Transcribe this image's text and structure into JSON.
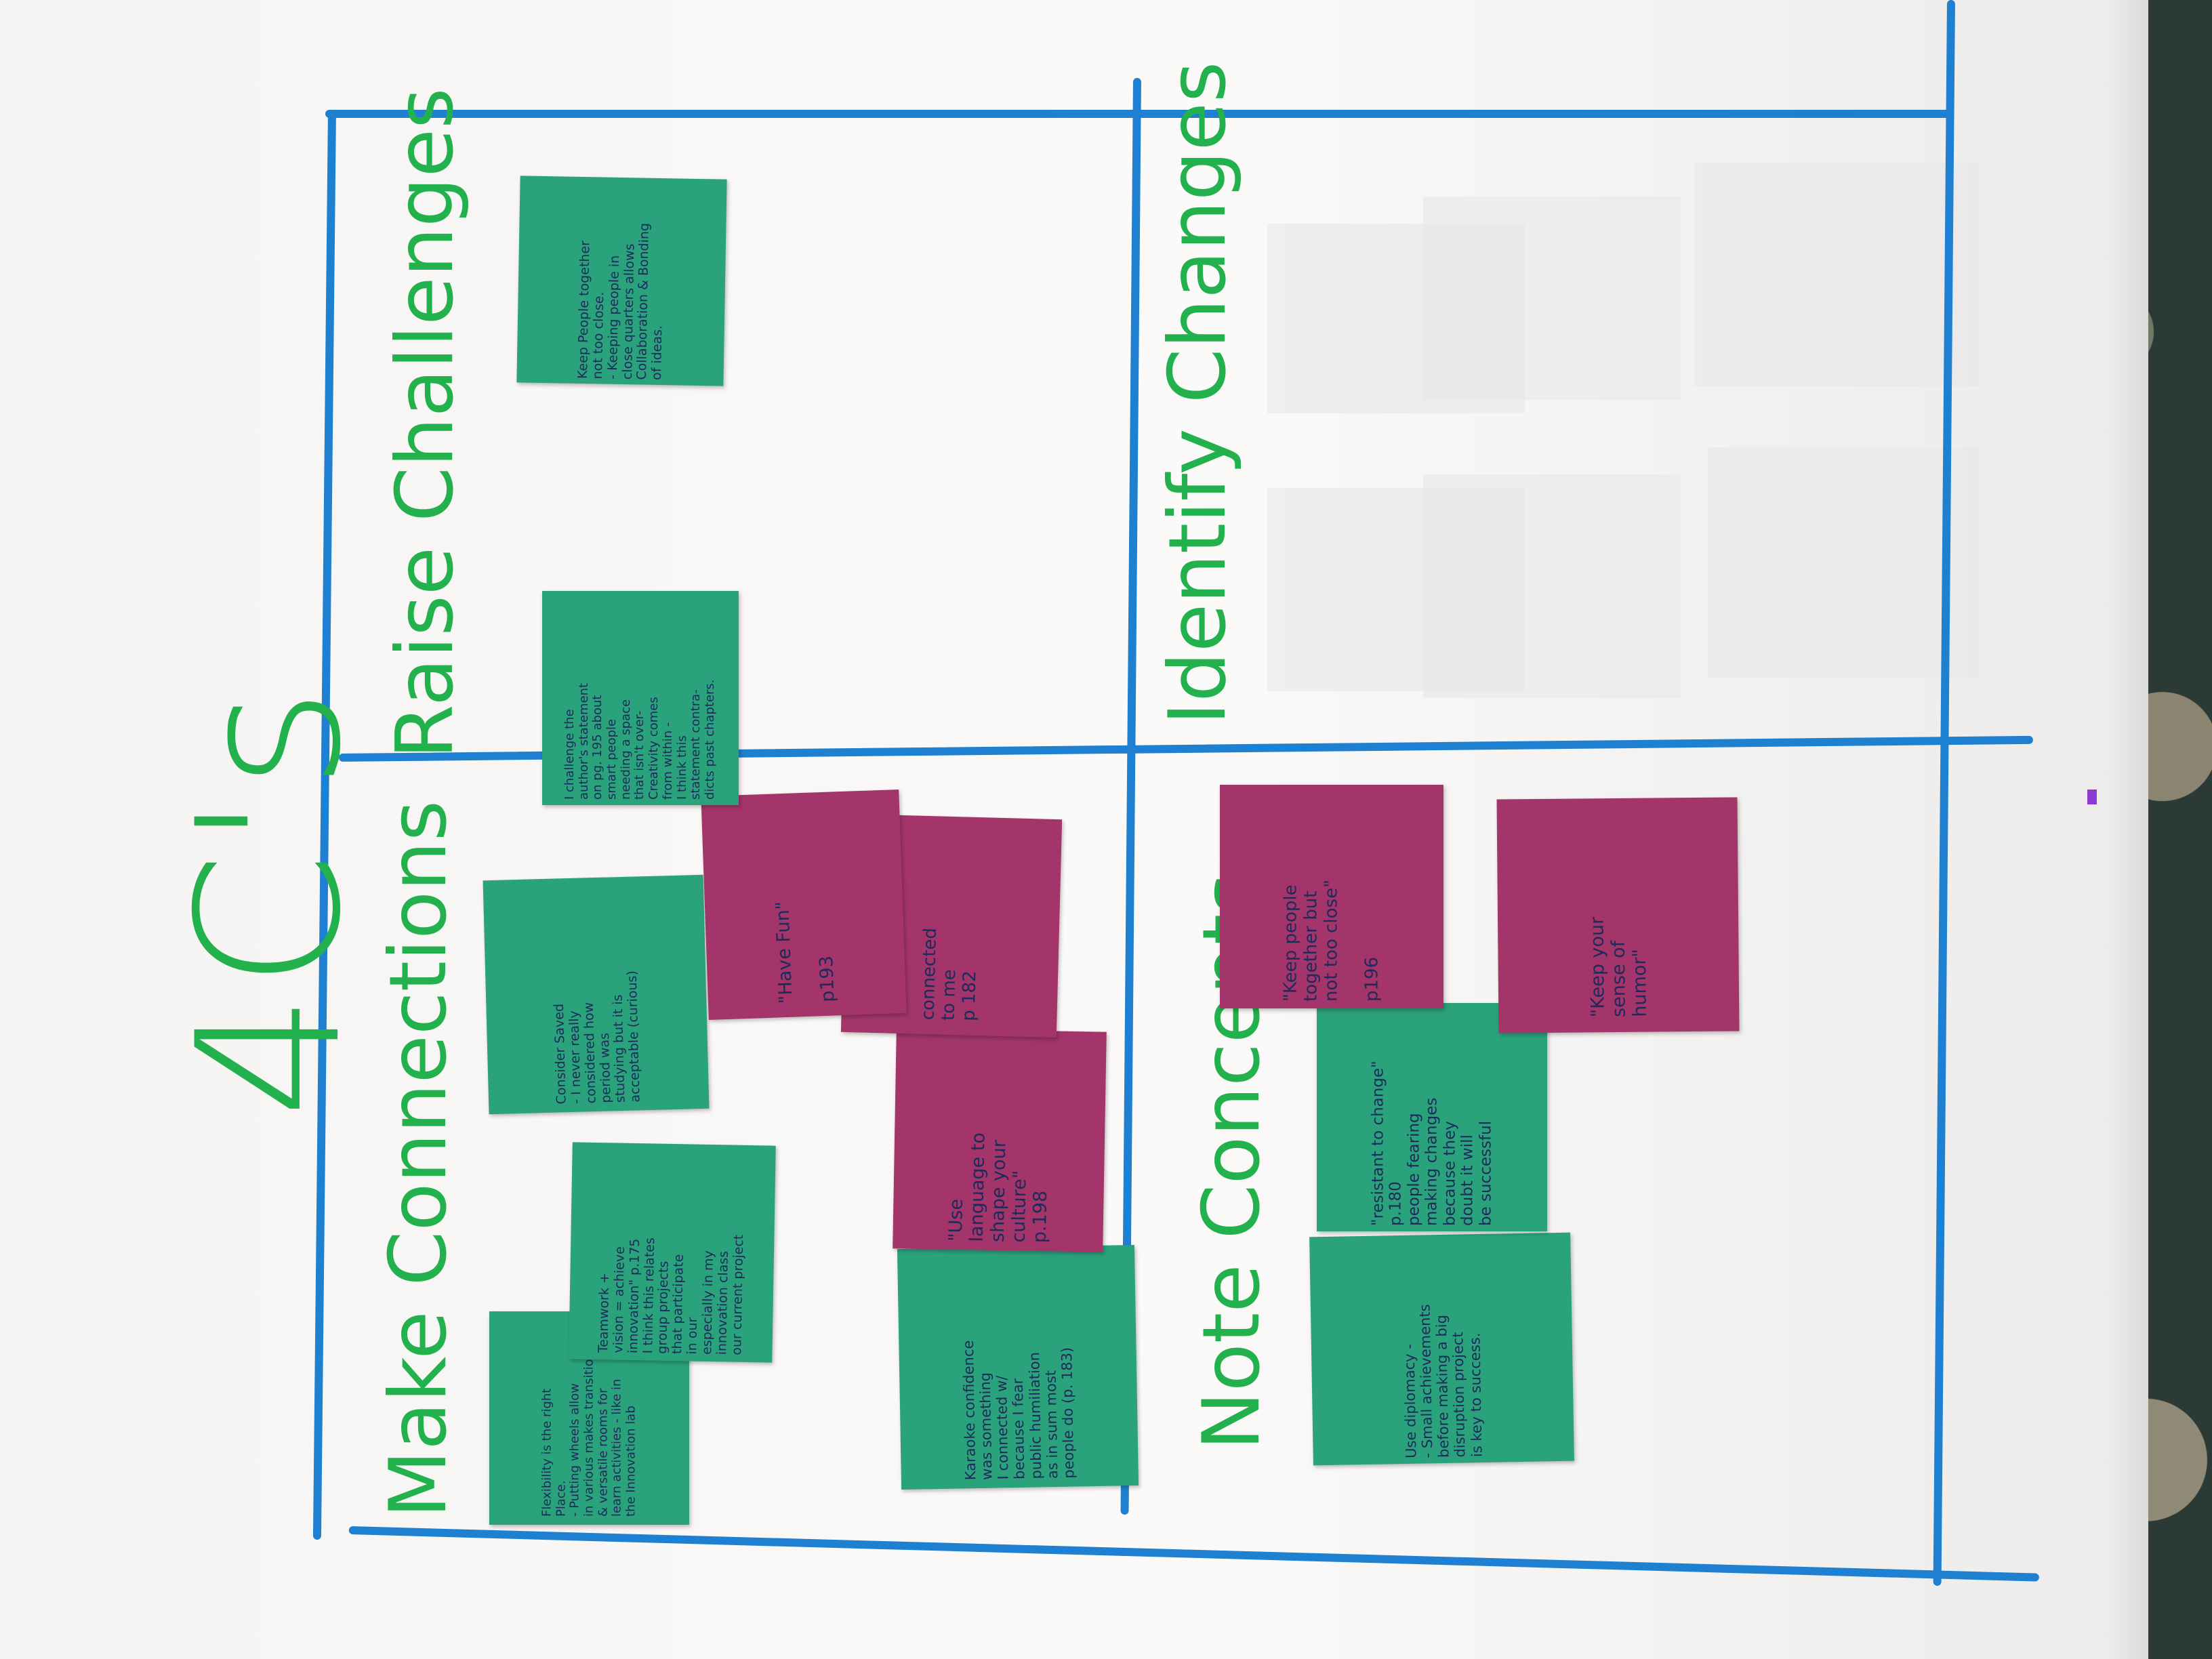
{
  "poster": {
    "title": "4C's",
    "quadrants": {
      "q1_label": "Make Connections",
      "q2_label": "Raise Challenges",
      "q3_label": "Note Concepts",
      "q4_label": "Identify Changes"
    }
  },
  "notes": {
    "n1": "Flexibility is the right\nPlace.\n- Putting wheels allow\nin various makes transition\n& versatile rooms for\nlearn activities - like in\nthe Innovation lab",
    "n2": "Teamwork +\nvision = achieve\ninnovation\" p.175\nI think this relates\ngroup projects\nthat participate\nin our\nespecially in my\ninnovation class\nour current project",
    "n3": "Consider Saved\n- I never really\nconsidered how\nperiod was\nstudying but it is\nacceptable (curious)",
    "n4": "Karaoke confidence\nwas something\nI connected w/\nbecause I fear\npublic humiliation\nas in sum most\npeople do (p. 183)",
    "n5": "\"Use\nlanguage to\nshape your\nculture\"\np.198",
    "n6": "\"Have Fun\"\n\np193",
    "n7": "connected\nto me\np 182",
    "n8": "I challenge the\nauthor's statement\non pg. 195 about\nsmart people\nneeding a space\nthat isn't over-\nCreativity comes\nfrom within -\nI think this\nstatement contra-\ndicts past chapters.",
    "n9": "Keep People together\nnot too close.\n- Keeping people in\nclose quarters allows\nCollaboration & Bonding\nof ideas.",
    "n10": "Use diplomacy -\n- Small achievements\nbefore making a big\ndisruption project\nis key to success.",
    "n11": "\"resistant to change\"\np.180\npeople fearing\nmaking changes\nbecause they\ndoubt it will\nbe successful",
    "n12": "\"Keep people\ntogether but\nnot too close\"\n\np196",
    "n13": "\"Keep your\nsense of\nhumor\""
  },
  "colors": {
    "marker_blue": "#1f7fd0",
    "title_green": "#22b14c",
    "note_green": "#2aa27c",
    "note_pink": "#a3356b",
    "ink": "#1d2a5a"
  }
}
